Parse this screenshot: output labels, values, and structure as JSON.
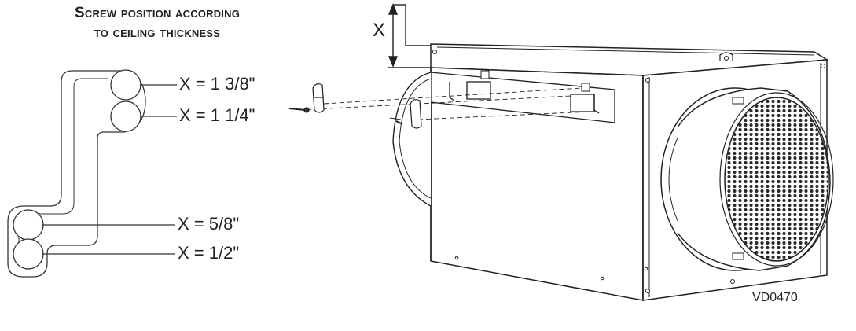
{
  "title": {
    "line1": "Screw position according",
    "line2": "to ceiling thickness"
  },
  "positions": [
    {
      "label": "X = 1 3/8\""
    },
    {
      "label": "X = 1 1/4\""
    },
    {
      "label": "X = 5/8\""
    },
    {
      "label": "X = 1/2\""
    }
  ],
  "dimension_label": "X",
  "figure_id": "VD0470"
}
